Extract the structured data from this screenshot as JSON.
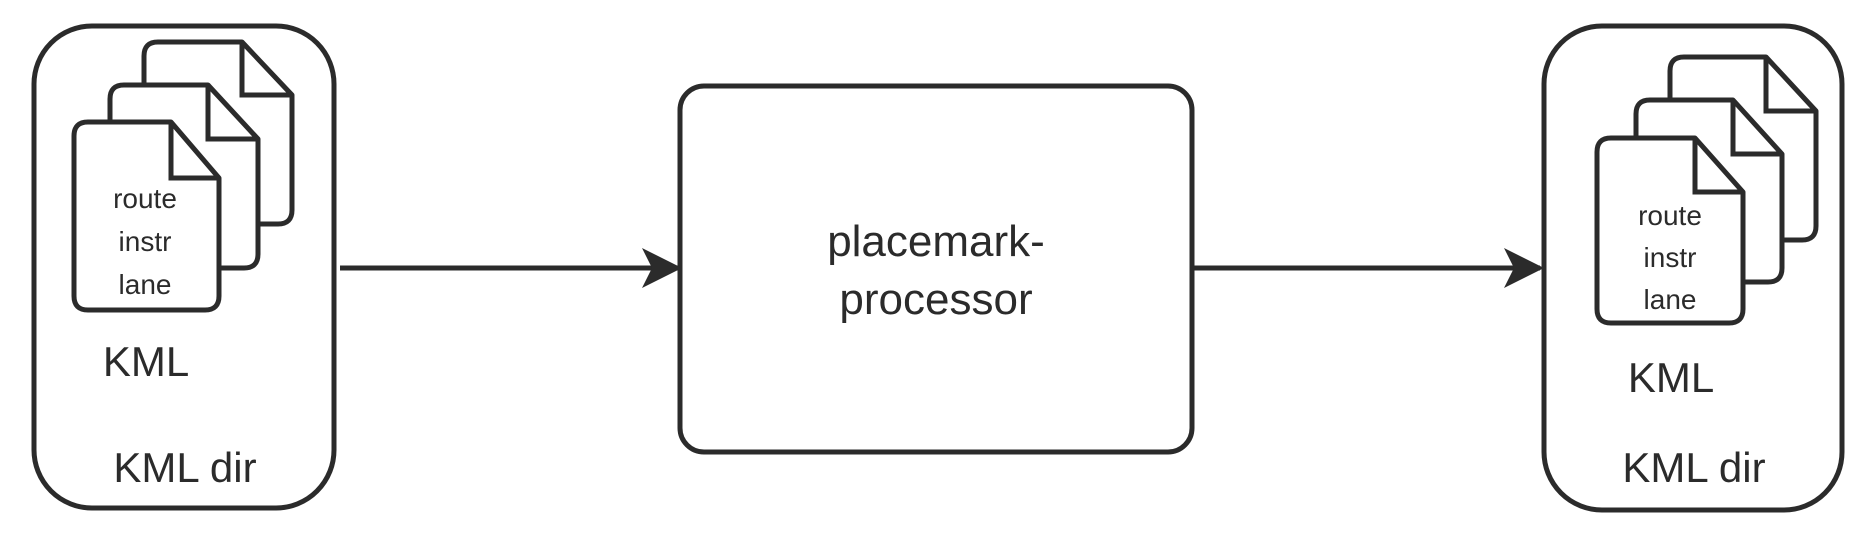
{
  "diagram": {
    "input": {
      "container_label": "KML dir",
      "file_label": "KML",
      "doc_lines": [
        "route",
        "instr",
        "lane"
      ]
    },
    "processor": {
      "lines": [
        "placemark-",
        "processor"
      ]
    },
    "output": {
      "container_label": "KML dir",
      "file_label": "KML",
      "doc_lines": [
        "route",
        "instr",
        "lane"
      ]
    },
    "colors": {
      "stroke": "#2b2b2b",
      "background": "#ffffff"
    }
  }
}
